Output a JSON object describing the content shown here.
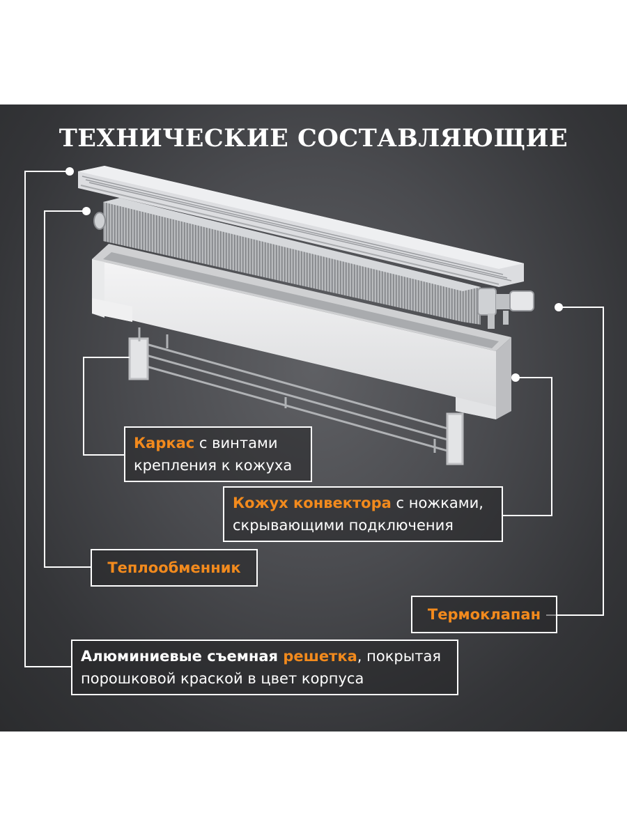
{
  "title": "ТЕХНИЧЕСКИЕ СОСТАВЛЯЮЩИЕ",
  "accent_color": "#f28a1d",
  "callouts": {
    "karkas": {
      "hl": "Каркас",
      "rest": " с винтами",
      "line2": "крепления к кожуха"
    },
    "kozhuh": {
      "hl": "Кожух конвектора",
      "rest": " с ножками,",
      "line2": "скрывающими подключения"
    },
    "teplo": {
      "hl": "Теплообменник"
    },
    "termo": {
      "hl": "Термоклапан"
    },
    "reshetka": {
      "bold": "Алюминиевые съемная ",
      "hl": "решетка",
      "rest": ", покрытая",
      "line2": "порошковой краской в цвет корпуса"
    }
  }
}
